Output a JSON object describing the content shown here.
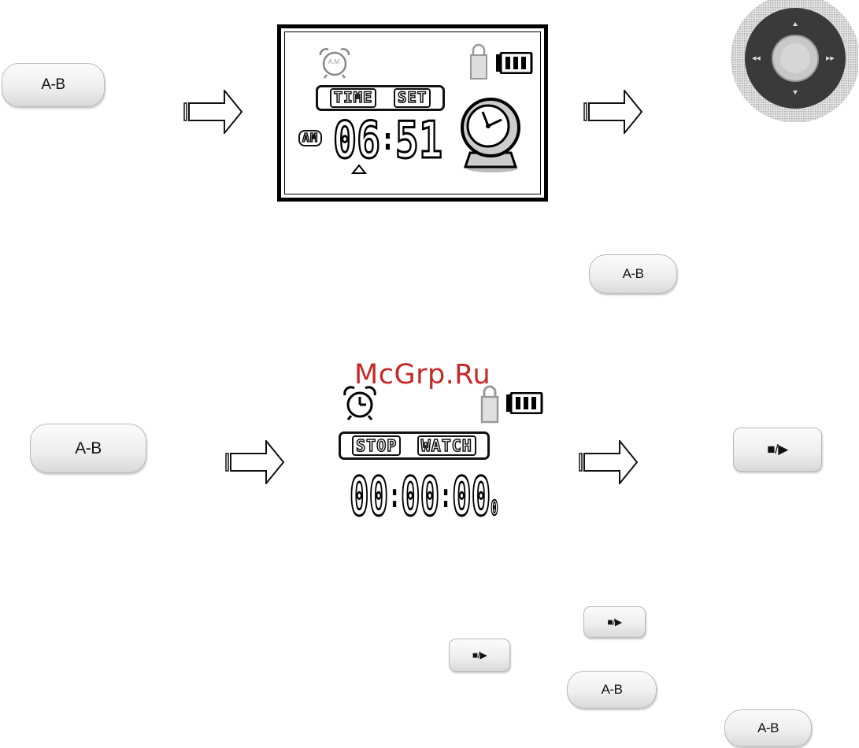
{
  "buttons": {
    "ab_label": "A-B",
    "play_label": "■/▶"
  },
  "screen1": {
    "badge": "TIME SET",
    "badge_word1": "TIME",
    "badge_word2": "SET",
    "ampm": "AM",
    "hours": "06",
    "minutes": "51",
    "alarm_face_text": "A.M"
  },
  "screen2": {
    "badge_word1": "STOP",
    "badge_word2": "WATCH",
    "hours": "00",
    "minutes": "00",
    "seconds": "00",
    "tenths": "0"
  },
  "watermark": "McGrp.Ru",
  "colors": {
    "watermark": "#c62828",
    "lcd_ink": "#000000",
    "button_fill": "#efefef"
  }
}
